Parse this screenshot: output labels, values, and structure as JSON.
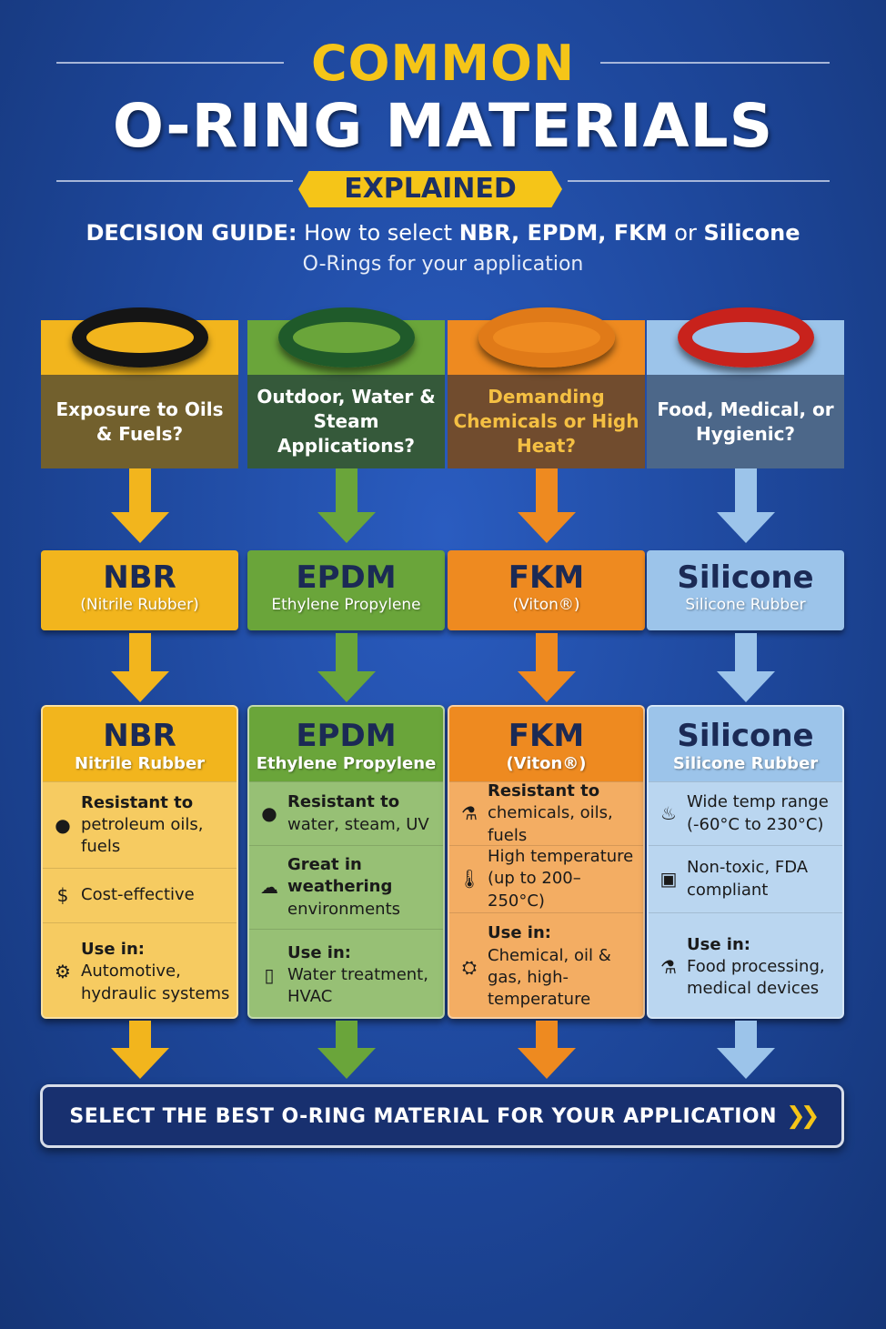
{
  "header": {
    "title_line1": "COMMON",
    "title_line2": "O-RING MATERIALS",
    "title_line3": "EXPLAINED",
    "subtitle_lead": "DECISION GUIDE:",
    "subtitle_text": " How to select ",
    "subtitle_m1": "NBR, EPDM, FKM",
    "subtitle_or": " or ",
    "subtitle_m2": "Silicone",
    "subtitle_line2": "O-Rings for your application"
  },
  "columns": [
    {
      "id": "nbr",
      "color": "#f2b51d",
      "ring_color": "#151515",
      "question": "Exposure to Oils & Fuels?",
      "name": "NBR",
      "name_sub": "(Nitrile Rubber)",
      "card_name": "NBR",
      "card_sub": "Nitrile Rubber",
      "rows": [
        {
          "icon": "oil-drops-icon",
          "glyph": "●",
          "bold": "Resistant to",
          "text": "petroleum oils, fuels"
        },
        {
          "icon": "dollar-icon",
          "glyph": "$",
          "bold": "",
          "text": "Cost-effective"
        },
        {
          "icon": "engine-icon",
          "glyph": "⚙",
          "bold": "Use in:",
          "text": "Automotive, hydraulic systems"
        }
      ]
    },
    {
      "id": "epdm",
      "color": "#6aa53a",
      "ring_color": "#1f5a2a",
      "question": "Outdoor, Water & Steam Applications?",
      "name": "EPDM",
      "name_sub": "Ethylene Propylene",
      "card_name": "EPDM",
      "card_sub": "Ethylene Propylene",
      "rows": [
        {
          "icon": "water-drops-icon",
          "glyph": "●",
          "bold": "Resistant to",
          "text": "water, steam, UV"
        },
        {
          "icon": "weather-cloud-icon",
          "glyph": "☁",
          "bold": "Great in weathering",
          "text": "environments"
        },
        {
          "icon": "door-icon",
          "glyph": "▯",
          "bold": "Use in:",
          "text": "Water treatment, HVAC"
        }
      ]
    },
    {
      "id": "fkm",
      "color": "#ee8a20",
      "ring_color": "#e07a18",
      "question": "Demanding Chemicals or High Heat?",
      "name": "FKM",
      "name_sub": "(Viton®)",
      "card_name": "FKM",
      "card_sub": "(Viton®)",
      "rows": [
        {
          "icon": "chemical-flask-icon",
          "glyph": "⚗",
          "bold": "Resistant to",
          "text": "chemicals, oils, fuels"
        },
        {
          "icon": "thermometer-icon",
          "glyph": "🌡",
          "bold": "",
          "text": "High temperature (up to 200–250°C)"
        },
        {
          "icon": "oil-rig-icon",
          "glyph": "⛭",
          "bold": "Use in:",
          "text": "Chemical, oil & gas, high-temperature"
        }
      ]
    },
    {
      "id": "silicone",
      "color": "#9cc4ea",
      "ring_color": "#c8221c",
      "question": "Food, Medical, or Hygienic?",
      "name": "Silicone",
      "name_sub": "Silicone Rubber",
      "card_name": "Silicone",
      "card_sub": "Silicone Rubber",
      "rows": [
        {
          "icon": "temperature-probe-icon",
          "glyph": "♨",
          "bold": "",
          "text": "Wide temp range (-60°C to 230°C)"
        },
        {
          "icon": "medical-device-icon",
          "glyph": "▣",
          "bold": "",
          "text": "Non-toxic, FDA compliant"
        },
        {
          "icon": "lab-flask-icon",
          "glyph": "⚗",
          "bold": "Use in:",
          "text": "Food processing, medical devices"
        }
      ]
    }
  ],
  "footer": {
    "banner": "SELECT THE BEST O-RING MATERIAL FOR YOUR APPLICATION",
    "chevrons": "❯❯"
  }
}
